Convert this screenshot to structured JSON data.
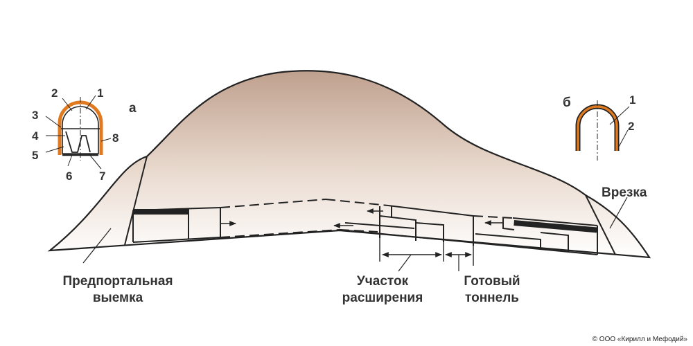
{
  "colors": {
    "hill_top": "#bfa08e",
    "hill_bottom": "#ffffff",
    "lining": "#e07a20",
    "outline": "#222222"
  },
  "section_a": {
    "letter": "а",
    "numbers": [
      "1",
      "2",
      "3",
      "4",
      "5",
      "6",
      "7",
      "8"
    ]
  },
  "section_b": {
    "letter": "б",
    "numbers": [
      "1",
      "2"
    ]
  },
  "labels": {
    "cut_line1": "Предпортальная",
    "cut_line2": "выемка",
    "widening_line1": "Участок",
    "widening_line2": "расширения",
    "ready_line1": "Готовый",
    "ready_line2": "тоннель",
    "entry": "Врезка"
  },
  "copyright": "© ООО «Кирилл и Мефодий»"
}
